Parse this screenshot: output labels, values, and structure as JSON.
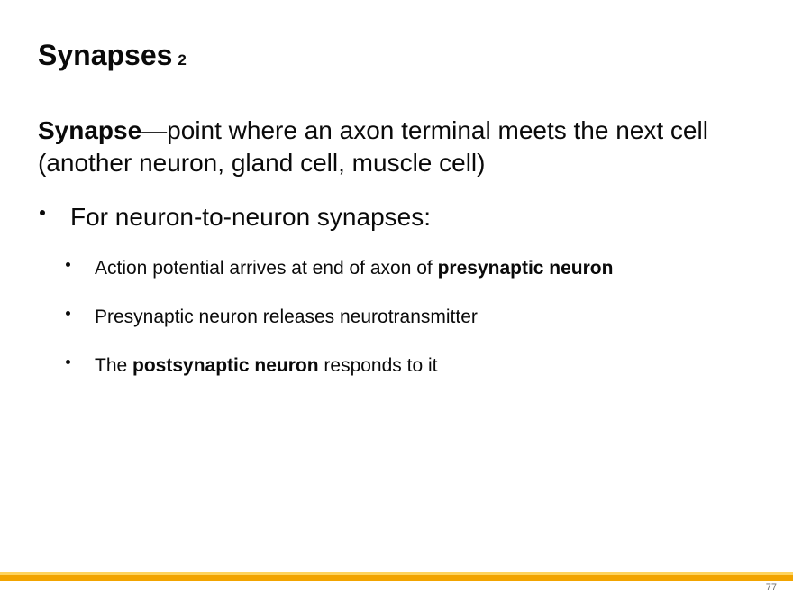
{
  "slide": {
    "title": {
      "text": "Synapses",
      "index": "2"
    },
    "intro": {
      "lead": "Synapse",
      "line1_rest": "—point where an axon terminal meets the next cell",
      "line2": "(another neuron, gland cell, muscle cell)"
    },
    "bullets": {
      "level1": "For neuron-to-neuron synapses:",
      "sub": [
        {
          "pre": "Action potential arrives at end of axon of ",
          "bold": "presynaptic neuron",
          "post": ""
        },
        {
          "pre": "Presynaptic neuron releases neurotransmitter",
          "bold": "",
          "post": ""
        },
        {
          "pre": "The ",
          "bold": "postsynaptic neuron",
          "post": " responds to it"
        }
      ]
    },
    "footer": {
      "page_number": "77"
    },
    "colors": {
      "band_light": "#ffd45e",
      "band_gold": "#f2a400",
      "page_number_gray": "#6e6e6e",
      "text": "#0a0a0a",
      "background": "#ffffff"
    }
  }
}
